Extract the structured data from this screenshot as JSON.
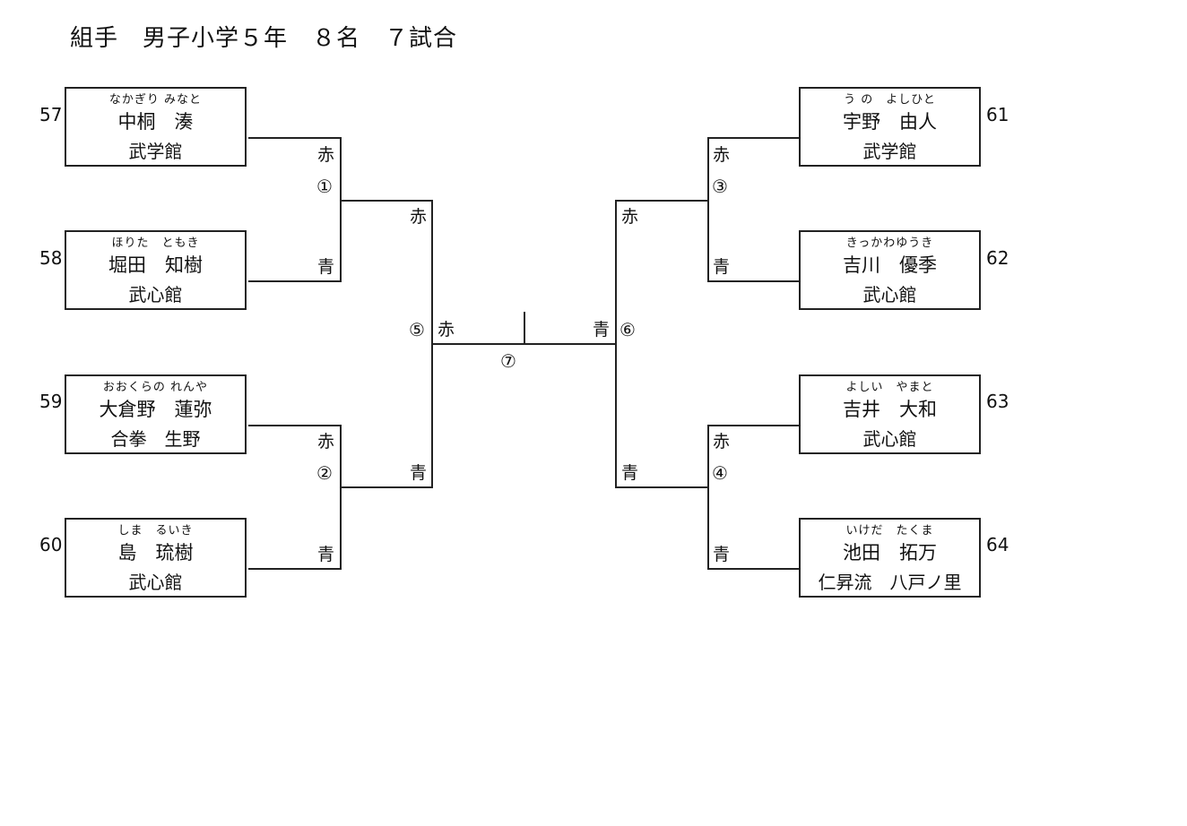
{
  "title": "組手　男子小学５年　８名　７試合",
  "players": [
    {
      "seed": "57",
      "furigana": "なかぎり みなと",
      "name": "中桐　湊",
      "club": "武学館"
    },
    {
      "seed": "58",
      "furigana": "ほりた　ともき",
      "name": "堀田　知樹",
      "club": "武心館"
    },
    {
      "seed": "59",
      "furigana": "おおくらの れんや",
      "name": "大倉野　蓮弥",
      "club": "合拳　生野"
    },
    {
      "seed": "60",
      "furigana": "しま　るいき",
      "name": "島　琉樹",
      "club": "武心館"
    },
    {
      "seed": "61",
      "furigana": "う の　よしひと",
      "name": "宇野　由人",
      "club": "武学館"
    },
    {
      "seed": "62",
      "furigana": "きっかわゆうき",
      "name": "吉川　優季",
      "club": "武心館"
    },
    {
      "seed": "63",
      "furigana": "よしい　やまと",
      "name": "吉井　大和",
      "club": "武心館"
    },
    {
      "seed": "64",
      "furigana": "いけだ　たくま",
      "name": "池田　拓万",
      "club": "仁昇流　八戸ノ里"
    }
  ],
  "labels": {
    "red": "赤",
    "blue": "青"
  },
  "matches": [
    "①",
    "②",
    "③",
    "④",
    "⑤",
    "⑥",
    "⑦"
  ]
}
